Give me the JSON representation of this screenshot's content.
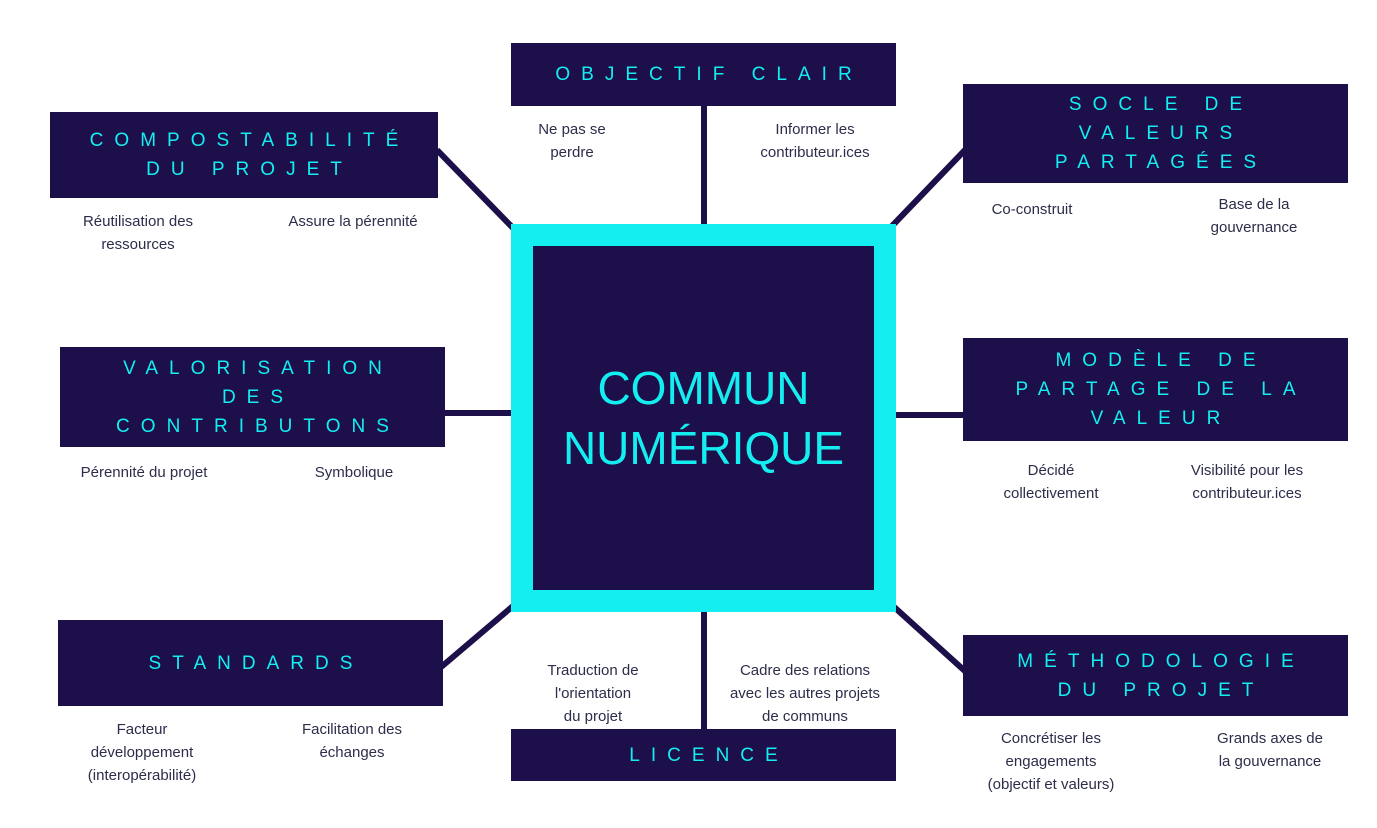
{
  "center": {
    "lines": [
      "COMMUN",
      "NUMÉRIQUE"
    ]
  },
  "nodes": {
    "objectif_clair": {
      "title_lines": [
        "OBJECTIF CLAIR"
      ],
      "labels": [
        [
          "Ne pas se",
          "perdre"
        ],
        [
          "Informer les",
          "contributeur.ices"
        ]
      ]
    },
    "compostabilite": {
      "title_lines": [
        "COMPOSTABILITÉ",
        "DU PROJET"
      ],
      "labels": [
        [
          "Réutilisation des",
          "ressources"
        ],
        [
          "Assure la pérennité"
        ]
      ]
    },
    "socle_valeurs": {
      "title_lines": [
        "SOCLE DE",
        "VALEURS",
        "PARTAGÉES"
      ],
      "labels": [
        [
          "Co-construit"
        ],
        [
          "Base de la",
          "gouvernance"
        ]
      ]
    },
    "valorisation": {
      "title_lines": [
        "VALORISATION",
        "DES",
        "CONTRIBUTONS"
      ],
      "labels": [
        [
          "Pérennité du projet"
        ],
        [
          "Symbolique"
        ]
      ]
    },
    "modele_partage": {
      "title_lines": [
        "MODÈLE DE",
        "PARTAGE DE LA",
        "VALEUR"
      ],
      "labels": [
        [
          "Décidé",
          "collectivement"
        ],
        [
          "Visibilité pour les",
          "contributeur.ices"
        ]
      ]
    },
    "standards": {
      "title_lines": [
        "STANDARDS"
      ],
      "labels": [
        [
          "Facteur",
          "développement",
          "(interopérabilité)"
        ],
        [
          "Facilitation des",
          "échanges"
        ]
      ]
    },
    "licence": {
      "title_lines": [
        "LICENCE"
      ],
      "labels": [
        [
          "Traduction de",
          "l'orientation",
          "du projet"
        ],
        [
          "Cadre des relations",
          "avec les autres projets",
          "de communs"
        ]
      ]
    },
    "methodologie": {
      "title_lines": [
        "MÉTHODOLOGIE",
        "DU PROJET"
      ],
      "labels": [
        [
          "Concrétiser les",
          "engagements",
          "(objectif et valeurs)"
        ],
        [
          "Grands axes de",
          "la gouvernance"
        ]
      ]
    }
  },
  "colors": {
    "box_bg": "#1d0f4a",
    "accent": "#15eef0",
    "label_text": "#2c2d4a"
  }
}
